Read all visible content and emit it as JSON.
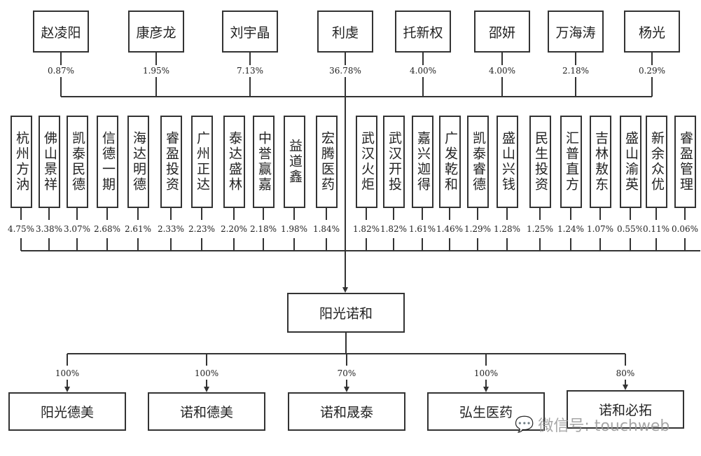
{
  "top_shareholders": [
    {
      "name": "赵凌阳",
      "pct": "0.87%"
    },
    {
      "name": "康彦龙",
      "pct": "1.95%"
    },
    {
      "name": "刘宇晶",
      "pct": "7.13%"
    },
    {
      "name": "利虔",
      "pct": "36.78%"
    },
    {
      "name": "托新权",
      "pct": "4.00%"
    },
    {
      "name": "邵妍",
      "pct": "4.00%"
    },
    {
      "name": "万海涛",
      "pct": "2.18%"
    },
    {
      "name": "杨光",
      "pct": "0.29%"
    }
  ],
  "institutional_shareholders": [
    {
      "name": "杭州方汭",
      "pct": "4.75%"
    },
    {
      "name": "佛山景祥",
      "pct": "3.38%"
    },
    {
      "name": "凯泰民德",
      "pct": "3.07%"
    },
    {
      "name": "信德一期",
      "pct": "2.68%"
    },
    {
      "name": "海达明德",
      "pct": "2.61%"
    },
    {
      "name": "睿盈投资",
      "pct": "2.33%"
    },
    {
      "name": "广州正达",
      "pct": "2.23%"
    },
    {
      "name": "泰达盛林",
      "pct": "2.20%"
    },
    {
      "name": "中誉赢嘉",
      "pct": "2.18%"
    },
    {
      "name": "益道鑫",
      "pct": "1.98%"
    },
    {
      "name": "宏腾医药",
      "pct": "1.84%"
    },
    {
      "name": "武汉火炬",
      "pct": "1.82%"
    },
    {
      "name": "武汉开投",
      "pct": "1.82%"
    },
    {
      "name": "嘉兴迦得",
      "pct": "1.61%"
    },
    {
      "name": "广发乾和",
      "pct": "1.46%"
    },
    {
      "name": "凯泰睿德",
      "pct": "1.29%"
    },
    {
      "name": "盛山兴钱",
      "pct": "1.28%"
    },
    {
      "name": "民生投资",
      "pct": "1.25%"
    },
    {
      "name": "汇普直方",
      "pct": "1.24%"
    },
    {
      "name": "吉林敖东",
      "pct": "1.07%"
    },
    {
      "name": "盛山渝英",
      "pct": "0.55%"
    },
    {
      "name": "新余众优",
      "pct": "0.11%"
    },
    {
      "name": "睿盈管理",
      "pct": "0.06%"
    }
  ],
  "company": {
    "name": "阳光诺和"
  },
  "subsidiaries": [
    {
      "name": "阳光德美",
      "pct": "100%"
    },
    {
      "name": "诺和德美",
      "pct": "100%"
    },
    {
      "name": "诺和晟泰",
      "pct": "70%"
    },
    {
      "name": "弘生医药",
      "pct": "100%"
    },
    {
      "name": "诺和必拓",
      "pct": "80%"
    }
  ],
  "watermark": "微信号: touchweb"
}
